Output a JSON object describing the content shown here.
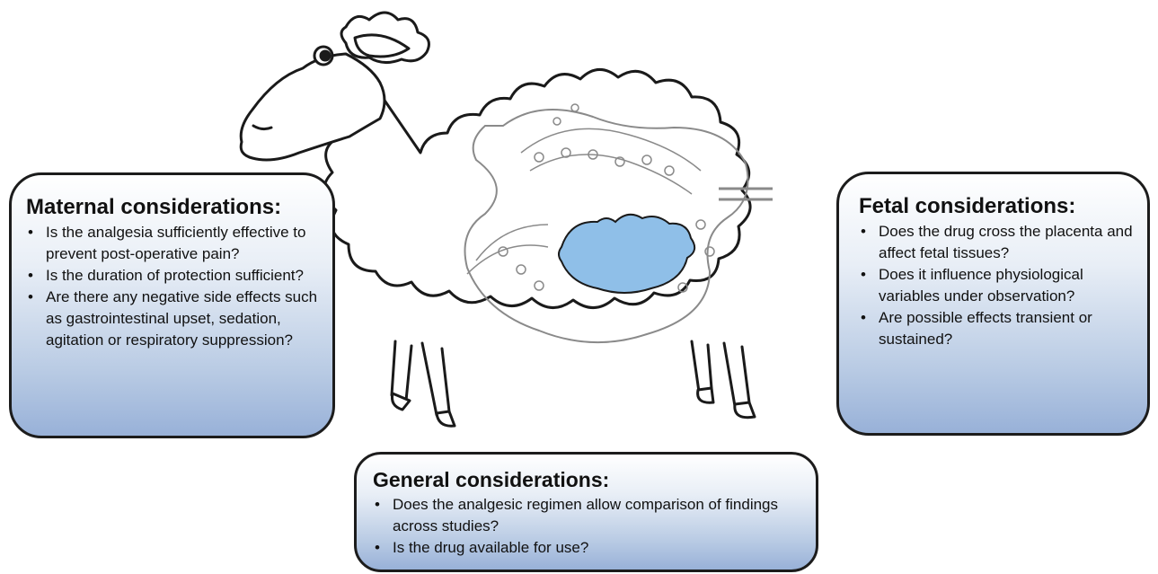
{
  "maternal": {
    "title": "Maternal considerations:",
    "items": [
      "Is the analgesia sufficiently effective to prevent post-operative pain?",
      "Is the duration of protection sufficient?",
      "Are there any negative side effects such as gastrointestinal upset, sedation, agitation or respiratory suppression?"
    ]
  },
  "fetal": {
    "title": "Fetal considerations:",
    "items": [
      "Does the drug cross the placenta and affect fetal tissues?",
      "Does it influence physiological variables under observation?",
      "Are possible effects transient or sustained?"
    ]
  },
  "general": {
    "title": "General considerations:",
    "items": [
      "Does the analgesic regimen allow comparison of findings across studies?",
      "Is the drug available for use?"
    ]
  },
  "colors": {
    "box_gradient_top": "#ffffff",
    "box_gradient_bottom": "#98b1d8",
    "fetus_fill": "#8fbfe8",
    "outline": "#1c1c1c"
  },
  "icons": [
    "sheep-illustration",
    "uterus-illustration",
    "fetus-illustration"
  ]
}
